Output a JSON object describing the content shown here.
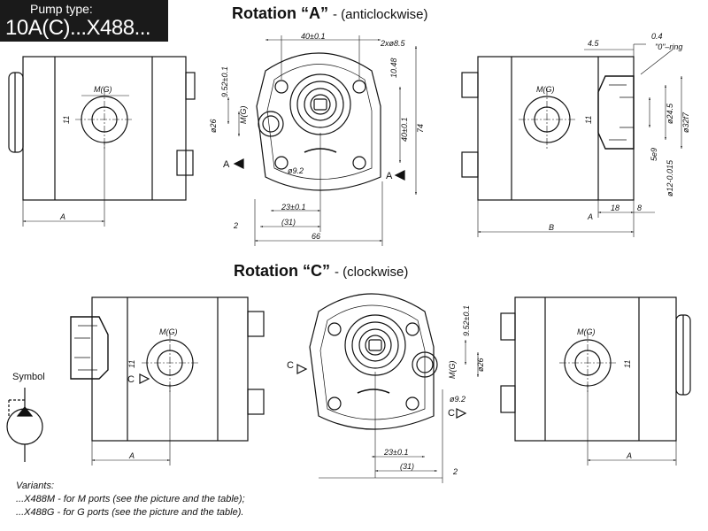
{
  "header": {
    "pump_type_label": "Pump type:",
    "model": "10A(C)...X488..."
  },
  "rotation_a": {
    "title": "Rotation “A”",
    "direction": "- (anticlockwise)",
    "arrow_label": "A"
  },
  "rotation_c": {
    "title": "Rotation “C”",
    "direction": "- (clockwise)",
    "arrow_label": "C"
  },
  "dimensions": {
    "hole_spacing": "40±0.1",
    "mount_holes": "2xø8.5",
    "dim_10_48": "10.48",
    "dim_9_52": "9.52±0.1",
    "dim_26": "ø26",
    "port_thread": "M(G)",
    "dim_40": "40±0.1",
    "dim_74": "74",
    "dim_9_2": "ø9.2",
    "dim_23": "23±0.1",
    "dim_31": "(31)",
    "dim_2": "2",
    "dim_66": "66",
    "dim_11": "11",
    "dim_A": "A",
    "dim_B": "B",
    "dim_4_5": "4.5",
    "dim_0_4": "0.4",
    "o_ring": "\"0\"–ring",
    "dim_24_5": "ø24.5",
    "dim_32": "ø32f7",
    "dim_5e9": "5e9",
    "dim_12": "ø12-0.015",
    "dim_18": "18",
    "dim_8": "8"
  },
  "symbol": {
    "label": "Symbol"
  },
  "variants": {
    "heading": "Variants:",
    "m_ports": "...X488M  - for M ports (see the picture and the table);",
    "g_ports": "...X488G  - for G ports (see the picture and the table)."
  }
}
